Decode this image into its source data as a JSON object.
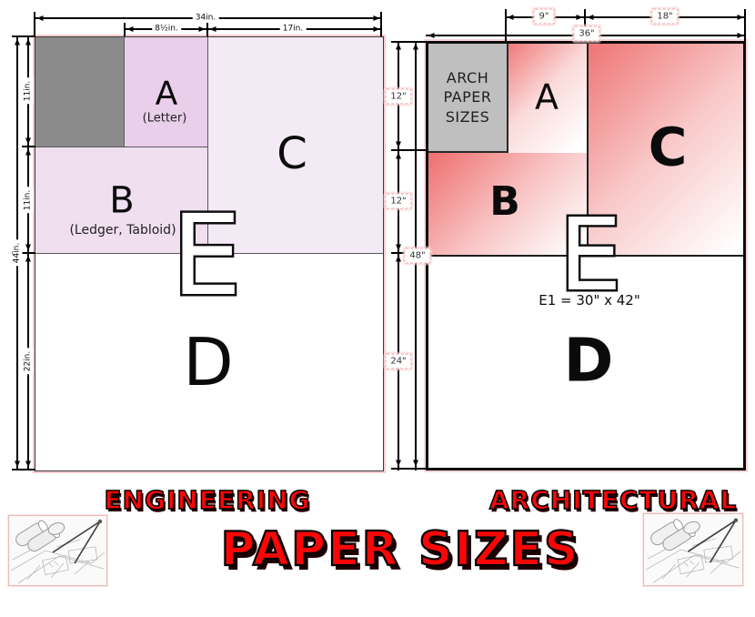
{
  "title": {
    "text": "PAPER SIZES"
  },
  "colors": {
    "accent_red": "#fb0606",
    "eng_gray": "#8b8b8b",
    "eng_a": "#e9cfe9",
    "eng_b": "#efdfef",
    "eng_c": "#f3eaf5",
    "arch_gray": "#bfbfbf",
    "arch_pink": "#f17c7c",
    "sheet_white": "#ffffff",
    "line_black": "#000000"
  },
  "engineering": {
    "heading": "ENGINEERING",
    "dims": {
      "total_width": "34in.",
      "a_width": "8½in.",
      "c_width": "17in.",
      "total_height": "44in.",
      "a_height": "11in.",
      "b_height": "11in.",
      "d_height": "22in."
    },
    "regions": {
      "a": {
        "label": "A",
        "sublabel": "(Letter)"
      },
      "b": {
        "label": "B",
        "sublabel": "(Ledger, Tabloid)"
      },
      "c": {
        "label": "C"
      },
      "d": {
        "label": "D"
      },
      "e": {
        "label": "E"
      }
    }
  },
  "architectural": {
    "heading": "ARCHITECTURAL",
    "corner_box": {
      "line1": "ARCH",
      "line2": "PAPER",
      "line3": "SIZES"
    },
    "dims": {
      "a_width": "9\"",
      "c_width": "18\"",
      "total_width": "36\"",
      "a_height": "12\"",
      "b_height": "12\"",
      "total_height": "48\"",
      "d_height": "24\""
    },
    "regions": {
      "a": {
        "label": "A"
      },
      "b": {
        "label": "B"
      },
      "c": {
        "label": "C"
      },
      "d": {
        "label": "D"
      },
      "e": {
        "label": "E",
        "note": "E1 = 30\" x 42\""
      }
    }
  }
}
